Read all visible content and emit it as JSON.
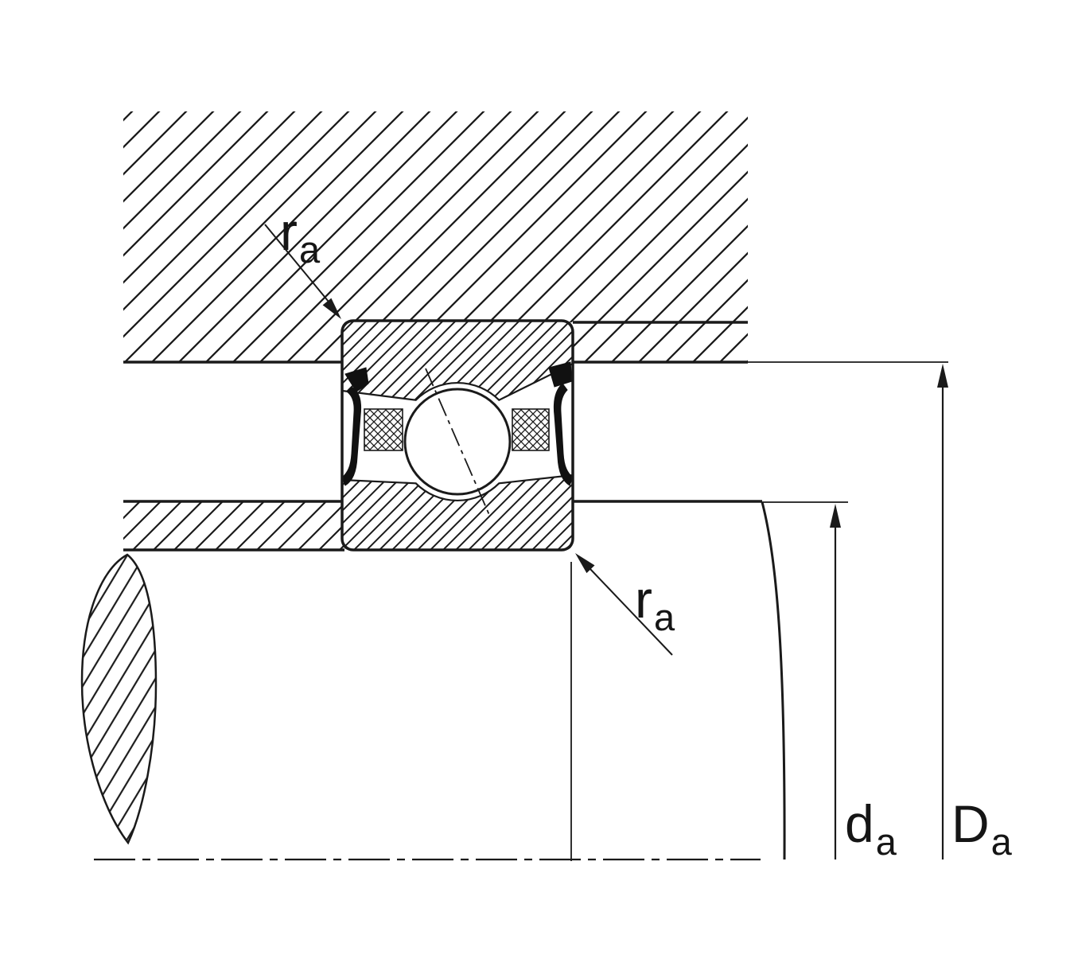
{
  "colors": {
    "background": "#ffffff",
    "line": "#1a1a1a",
    "seal": "#111111"
  },
  "labels": {
    "ra_top": {
      "main": "r",
      "sub": "a"
    },
    "ra_bottom": {
      "main": "r",
      "sub": "a"
    },
    "da": {
      "main": "d",
      "sub": "a"
    },
    "Da": {
      "main": "D",
      "sub": "a"
    }
  }
}
